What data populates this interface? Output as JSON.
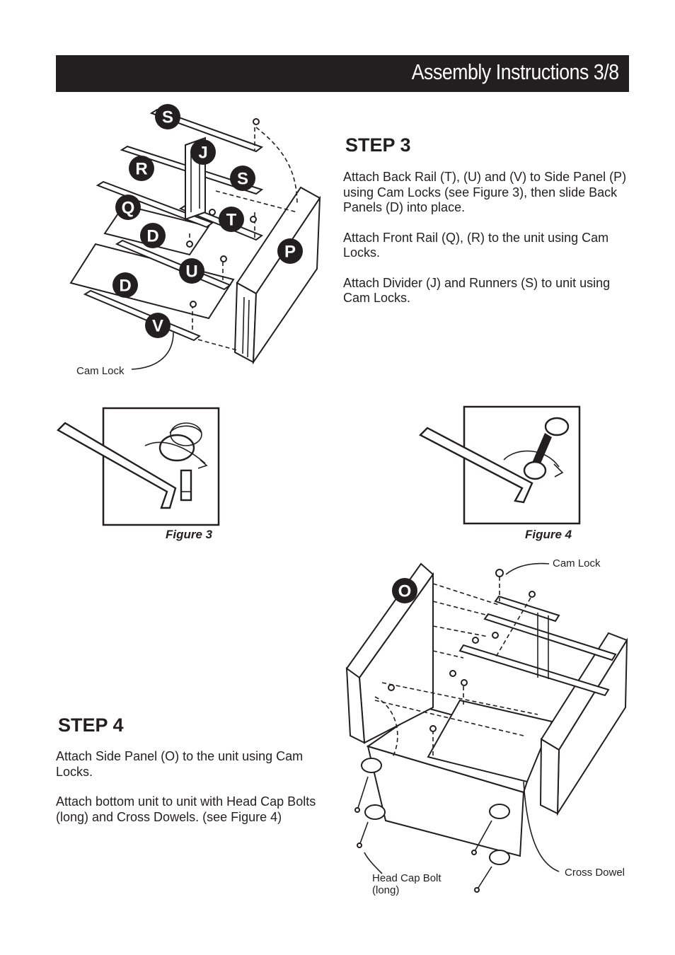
{
  "header": {
    "title": "Assembly Instructions 3/8"
  },
  "step3": {
    "heading": "STEP 3",
    "paragraphs": [
      "Attach Back Rail (T), (U) and (V) to Side Panel (P) using Cam Locks (see Figure 3), then slide Back Panels (D) into place.",
      "Attach Front Rail (Q), (R) to the unit using Cam Locks.",
      "Attach Divider (J) and Runners (S) to unit using Cam Locks."
    ],
    "part_labels": [
      "S",
      "J",
      "R",
      "S",
      "Q",
      "T",
      "D",
      "P",
      "U",
      "D",
      "V"
    ],
    "callout": "Cam Lock"
  },
  "figures": {
    "figure3_caption": "Figure 3",
    "figure4_caption": "Figure 4"
  },
  "step4": {
    "heading": "STEP 4",
    "paragraphs": [
      "Attach Side Panel (O) to the unit using Cam Locks.",
      "Attach bottom unit to unit with Head Cap Bolts (long) and Cross Dowels. (see Figure 4)"
    ],
    "part_labels": [
      "O"
    ],
    "callouts": {
      "cam_lock": "Cam Lock",
      "head_cap_bolt_line1": "Head Cap Bolt",
      "head_cap_bolt_line2": "(long)",
      "cross_dowel": "Cross Dowel"
    }
  }
}
